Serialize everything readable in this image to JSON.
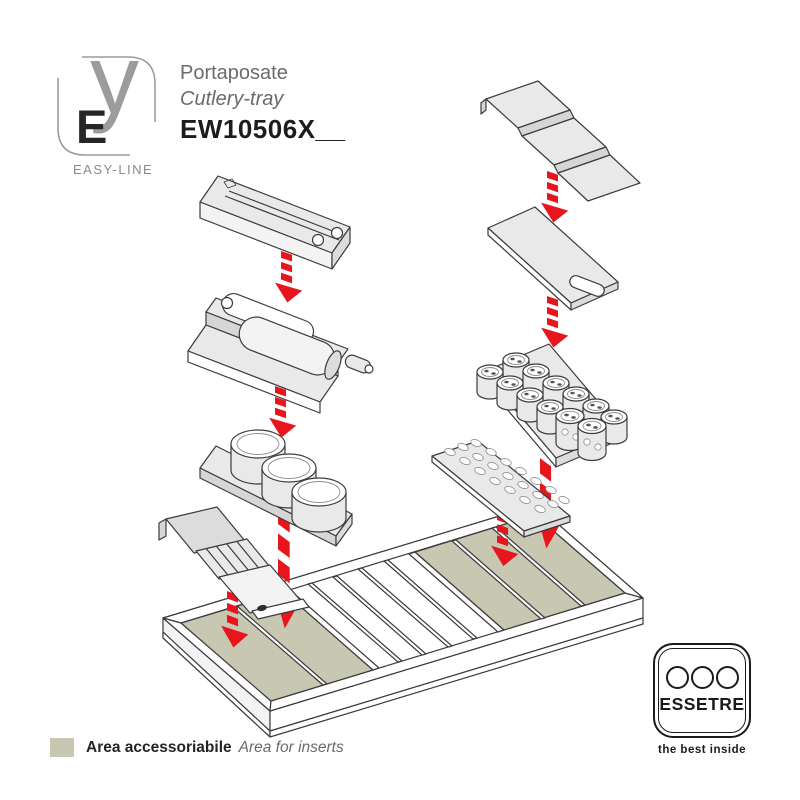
{
  "logo": {
    "letter_e": "E",
    "letter_y": "y",
    "subtitle": "EASY-LINE"
  },
  "product": {
    "name_it": "Portaposate",
    "name_en": "Cutlery-tray",
    "code": "EW10506X__"
  },
  "legend": {
    "swatch_color": "#c7c7b2",
    "label_it": "Area accessoriabile",
    "label_en": "Area for inserts"
  },
  "brand": {
    "name": "ESSETRE",
    "tagline": "the best inside"
  },
  "colors": {
    "accent_red": "#e8151c",
    "insert_area": "#c7c7b2",
    "line": "#3c3c3c",
    "piece_fill": "#e9e9e9",
    "piece_shade": "#d6d6d6"
  },
  "diagram": {
    "description": "Exploded assembly view of cutlery tray EW10506X with accessory inserts dropping into the accessoriable areas",
    "parts": [
      "film-cutter-insert",
      "roll-holder-insert",
      "canister-rail-insert",
      "ramp-insert",
      "step-insert",
      "cutting-board-insert",
      "spice-jar-insert",
      "grid-board-insert",
      "cutlery-tray-base"
    ]
  }
}
